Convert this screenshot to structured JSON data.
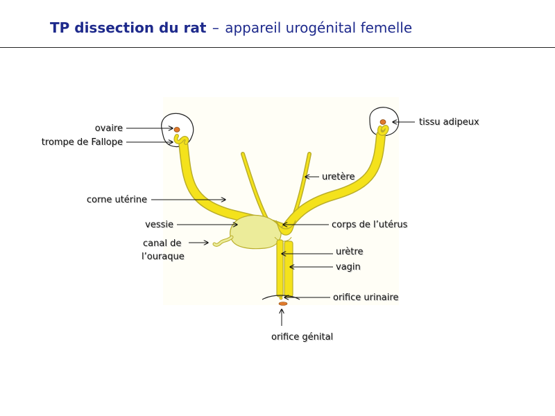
{
  "header": {
    "title_bold": "TP dissection du rat",
    "separator": "–",
    "title_rest": "appareil urogénital femelle"
  },
  "labels": {
    "ovaire": "ovaire",
    "trompe": "trompe de Fallope",
    "corne": "corne utérine",
    "vessie": "vessie",
    "canal_1": "canal de",
    "canal_2": "l’ouraque",
    "tissu": "tissu adipeux",
    "uretere": "uretère",
    "corps": "corps de l’utérus",
    "uretre": "urètre",
    "vagin": "vagin",
    "orifice_urinaire": "orifice urinaire",
    "orifice_genital": "orifice génital"
  },
  "colors": {
    "title": "#1e2a8c",
    "organ_yellow": "#f4e21c",
    "organ_outline": "#b9ad2a",
    "bladder": "#ecec9a",
    "ovary": "#e07a2c",
    "background_tint": "#fffef6"
  }
}
